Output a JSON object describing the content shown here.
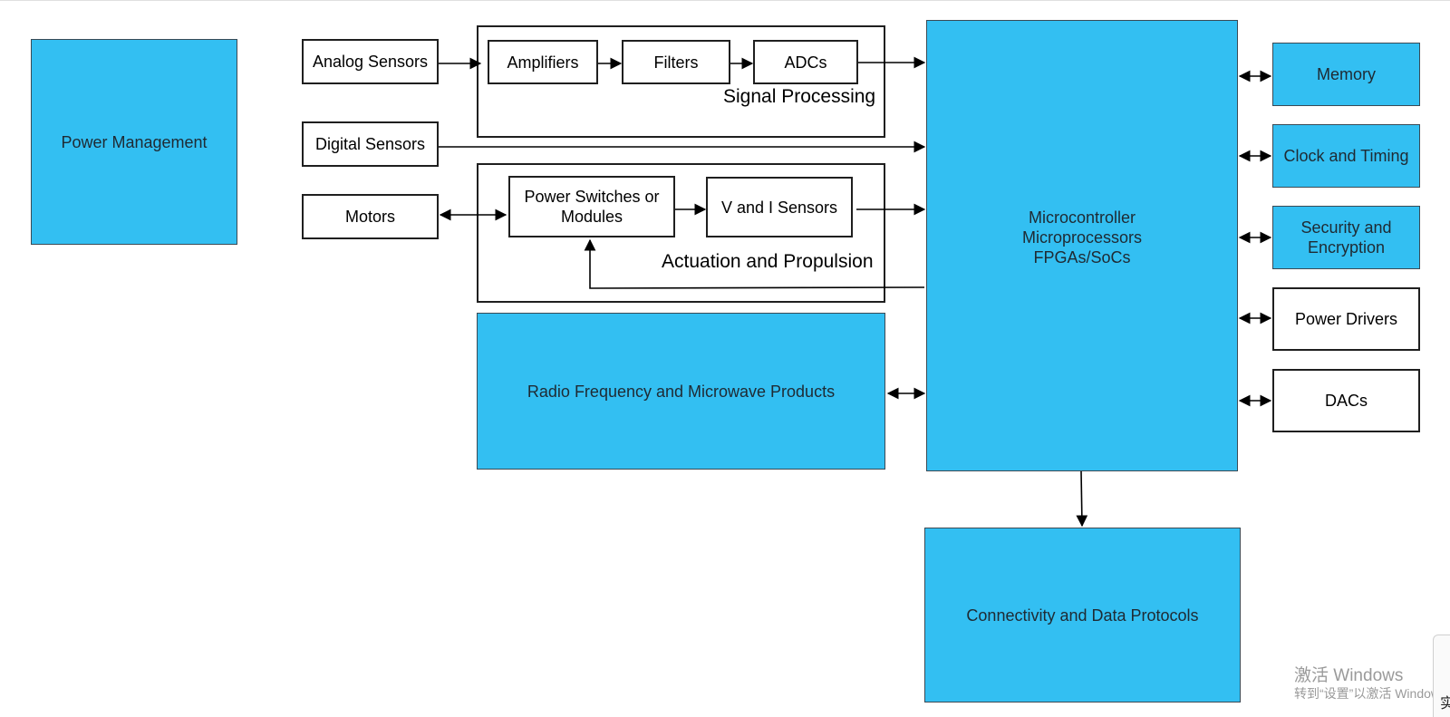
{
  "diagram": {
    "power_management": "Power Management",
    "analog_sensors": "Analog Sensors",
    "digital_sensors": "Digital Sensors",
    "motors": "Motors",
    "signal_processing": {
      "label": "Signal Processing",
      "amplifiers": "Amplifiers",
      "filters": "Filters",
      "adcs": "ADCs"
    },
    "actuation": {
      "label": "Actuation and Propulsion",
      "power_switches": "Power Switches or\nModules",
      "vi_sensors": "V and I Sensors"
    },
    "rf": "Radio Frequency and Microwave Products",
    "controller": "Microcontroller\nMicroprocessors\nFPGAs/SoCs",
    "connectivity": "Connectivity and Data Protocols",
    "memory": "Memory",
    "clock": "Clock and Timing",
    "security": "Security and\nEncryption",
    "power_drivers": "Power Drivers",
    "dacs": "DACs"
  },
  "watermark": {
    "line1": "激活 Windows",
    "line2": "转到“设置”以激活 Windows。"
  },
  "edge_fragment": "实",
  "colors": {
    "block_fill": "#33bff2",
    "line": "#1f1f1f"
  }
}
